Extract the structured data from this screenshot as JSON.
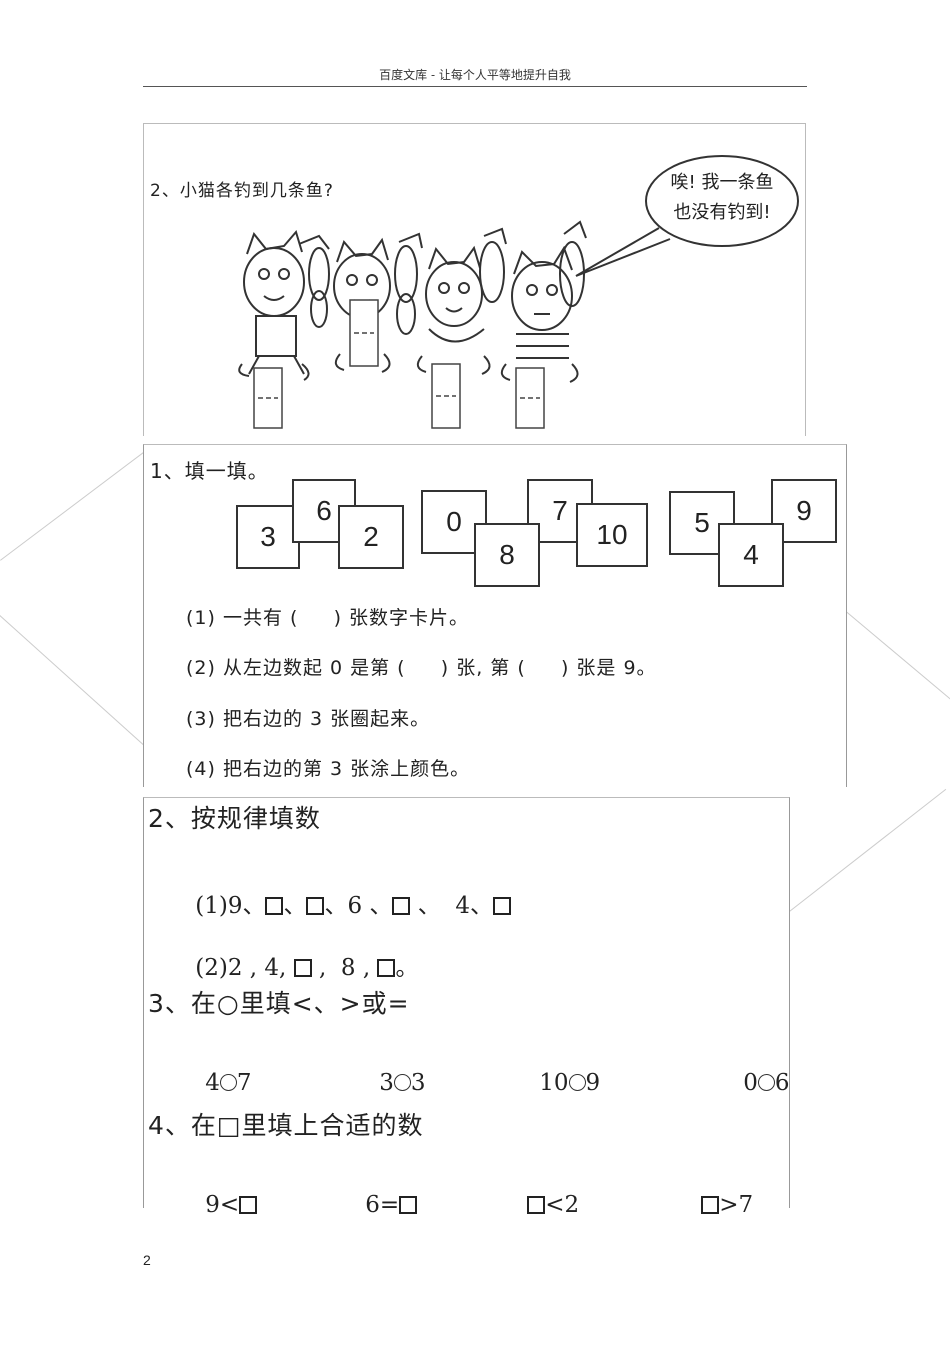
{
  "header": {
    "text": "百度文库  - 让每个人平等地提升自我"
  },
  "page_number": "2",
  "cats_section": {
    "title": "2、小猫各钓到几条鱼?",
    "bubble_lines": [
      "唉! 我一条鱼",
      "也没有钓到!"
    ]
  },
  "fill_section": {
    "title": "1、填一填。",
    "cards": [
      "3",
      "6",
      "2",
      "0",
      "8",
      "7",
      "10",
      "5",
      "4",
      "9"
    ],
    "questions": [
      "(1) 一共有 (     ) 张数字卡片。",
      "(2) 从左边数起 0 是第 (     ) 张, 第 (     ) 张是 9。",
      "(3) 把右边的 3 张圈起来。",
      "(4) 把右边的第 3 张涂上颜色。"
    ]
  },
  "pattern_section": {
    "title": "2、按规律填数",
    "line1": [
      "(1)9、",
      "、",
      "、6 、",
      " 、  4、",
      ""
    ],
    "line2": [
      "(2)2 , 4, ",
      " ,  8 , ",
      "。"
    ]
  },
  "compare_section": {
    "title": "3、在○里填<、>或=",
    "items": [
      {
        "left": "4",
        "right": "7"
      },
      {
        "left": "3",
        "right": "3"
      },
      {
        "left": "10",
        "right": "9"
      },
      {
        "left": "0",
        "right": "6"
      }
    ]
  },
  "box_section": {
    "title": "4、在□里填上合适的数",
    "items": [
      {
        "before": "9<",
        "after": ""
      },
      {
        "before": "6=",
        "after": ""
      },
      {
        "before": "",
        "after": "<2"
      },
      {
        "before": "",
        "after": ">7"
      }
    ]
  }
}
